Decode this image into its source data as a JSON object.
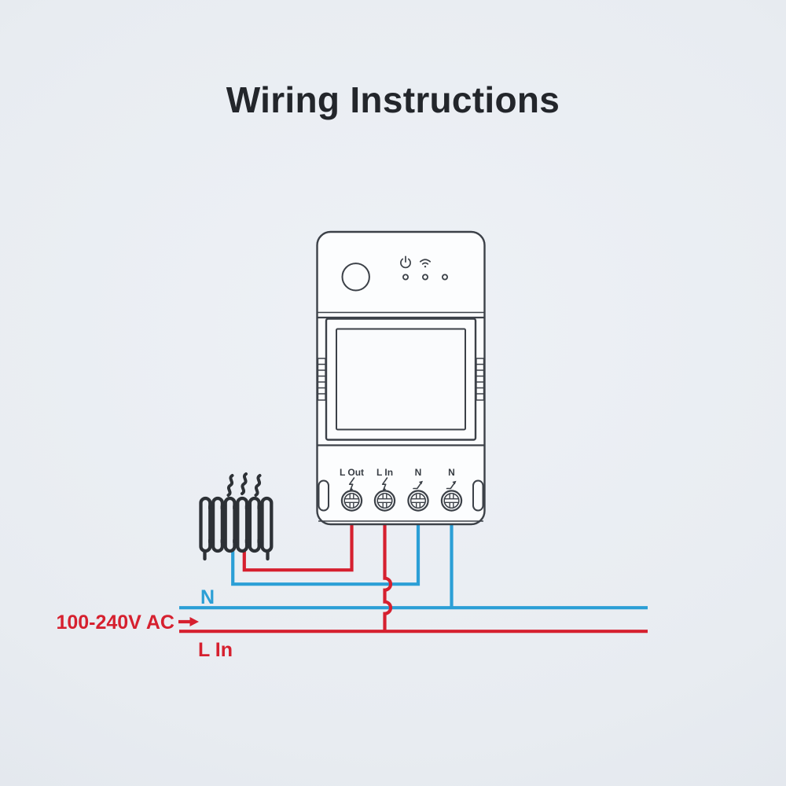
{
  "title": "Wiring Instructions",
  "colors": {
    "live": "#d6202f",
    "neutral": "#2b9fd6",
    "outline": "#3c4148",
    "heater": "#2d3136",
    "device_fill": "#fcfdfe"
  },
  "device": {
    "indicator_icons": [
      "power-icon",
      "wifi-icon"
    ],
    "led_count": 3,
    "terminals": [
      {
        "label": "L Out",
        "symbol_icon": "lightning-bolt-icon"
      },
      {
        "label": "L In",
        "symbol_icon": "lightning-bolt-icon"
      },
      {
        "label": "N",
        "symbol_icon": "neutral-arrow-icon"
      },
      {
        "label": "N",
        "symbol_icon": "neutral-arrow-icon"
      }
    ]
  },
  "load": {
    "icon": "radiator-heater-icon"
  },
  "supply": {
    "neutral_label": "N",
    "voltage_label": "100-240V AC",
    "arrow_icon": "arrow-right-icon",
    "live_label": "L In"
  }
}
